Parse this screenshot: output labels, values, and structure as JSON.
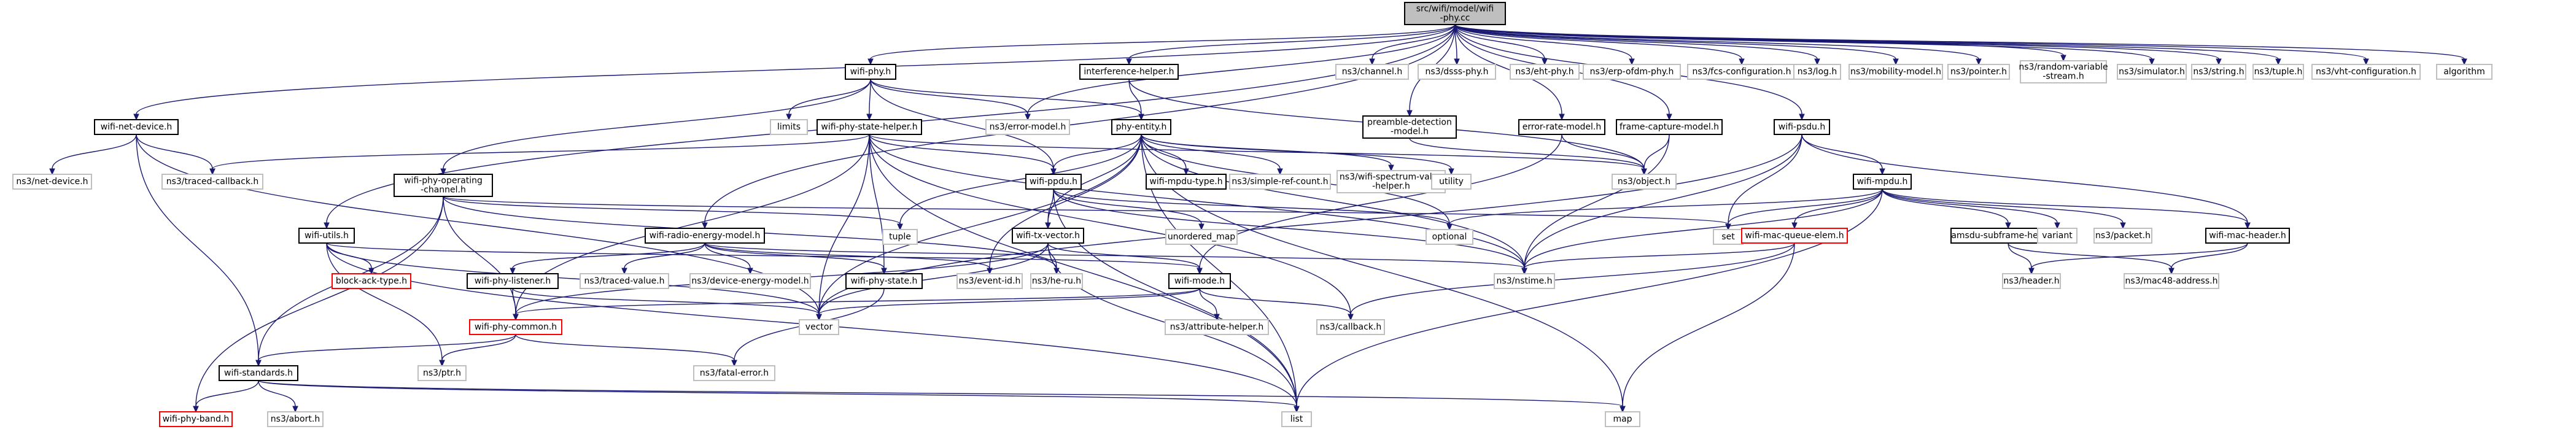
{
  "graph": {
    "colors": {
      "edge": "#191970",
      "root_fill": "#bfbfbf",
      "root_stroke": "#000000",
      "node_stroke": "#000000",
      "external_stroke": "#bfbfbf",
      "incomplete_stroke": "#ff0000",
      "text": "#000000",
      "external_text": "#000000"
    },
    "nodes": [
      {
        "id": "root",
        "label": "src/wifi/model/wifi\n-phy.cc",
        "kind": "root"
      },
      {
        "id": "wifi-net-device",
        "label": "wifi-net-device.h",
        "kind": "doc"
      },
      {
        "id": "wifi-phy",
        "label": "wifi-phy.h",
        "kind": "doc"
      },
      {
        "id": "interference-helper",
        "label": "interference-helper.h",
        "kind": "doc"
      },
      {
        "id": "ns3-channel",
        "label": "ns3/channel.h",
        "kind": "ext"
      },
      {
        "id": "ns3-dsss-phy",
        "label": "ns3/dsss-phy.h",
        "kind": "ext"
      },
      {
        "id": "ns3-eht-phy",
        "label": "ns3/eht-phy.h",
        "kind": "ext"
      },
      {
        "id": "ns3-erp-ofdm-phy",
        "label": "ns3/erp-ofdm-phy.h",
        "kind": "ext"
      },
      {
        "id": "ns3-fcs-configuration",
        "label": "ns3/fcs-configuration.h",
        "kind": "ext"
      },
      {
        "id": "ns3-log",
        "label": "ns3/log.h",
        "kind": "ext"
      },
      {
        "id": "ns3-mobility-model",
        "label": "ns3/mobility-model.h",
        "kind": "ext"
      },
      {
        "id": "ns3-pointer",
        "label": "ns3/pointer.h",
        "kind": "ext"
      },
      {
        "id": "ns3-random-variable-stream",
        "label": "ns3/random-variable\n-stream.h",
        "kind": "ext"
      },
      {
        "id": "ns3-simulator",
        "label": "ns3/simulator.h",
        "kind": "ext"
      },
      {
        "id": "ns3-string",
        "label": "ns3/string.h",
        "kind": "ext"
      },
      {
        "id": "ns3-tuple",
        "label": "ns3/tuple.h",
        "kind": "ext"
      },
      {
        "id": "ns3-vht-configuration",
        "label": "ns3/vht-configuration.h",
        "kind": "ext"
      },
      {
        "id": "algorithm",
        "label": "algorithm",
        "kind": "ext"
      },
      {
        "id": "limits",
        "label": "limits",
        "kind": "ext"
      },
      {
        "id": "wifi-phy-state-helper",
        "label": "wifi-phy-state-helper.h",
        "kind": "doc"
      },
      {
        "id": "ns3-error-model",
        "label": "ns3/error-model.h",
        "kind": "ext"
      },
      {
        "id": "phy-entity",
        "label": "phy-entity.h",
        "kind": "doc"
      },
      {
        "id": "preamble-detection-model",
        "label": "preamble-detection\n-model.h",
        "kind": "doc"
      },
      {
        "id": "error-rate-model",
        "label": "error-rate-model.h",
        "kind": "doc"
      },
      {
        "id": "frame-capture-model",
        "label": "frame-capture-model.h",
        "kind": "doc"
      },
      {
        "id": "wifi-psdu",
        "label": "wifi-psdu.h",
        "kind": "doc"
      },
      {
        "id": "ns3-net-device",
        "label": "ns3/net-device.h",
        "kind": "ext"
      },
      {
        "id": "ns3-traced-callback",
        "label": "ns3/traced-callback.h",
        "kind": "ext"
      },
      {
        "id": "wifi-phy-operating-channel",
        "label": "wifi-phy-operating\n-channel.h",
        "kind": "doc"
      },
      {
        "id": "wifi-ppdu",
        "label": "wifi-ppdu.h",
        "kind": "doc"
      },
      {
        "id": "wifi-mpdu-type",
        "label": "wifi-mpdu-type.h",
        "kind": "doc"
      },
      {
        "id": "ns3-simple-ref-count",
        "label": "ns3/simple-ref-count.h",
        "kind": "ext"
      },
      {
        "id": "ns3-wifi-spectrum-value-helper",
        "label": "ns3/wifi-spectrum-value\n-helper.h",
        "kind": "ext"
      },
      {
        "id": "utility",
        "label": "utility",
        "kind": "ext"
      },
      {
        "id": "ns3-object",
        "label": "ns3/object.h",
        "kind": "ext"
      },
      {
        "id": "wifi-mpdu",
        "label": "wifi-mpdu.h",
        "kind": "doc"
      },
      {
        "id": "tuple",
        "label": "tuple",
        "kind": "ext"
      },
      {
        "id": "unordered-map",
        "label": "unordered_map",
        "kind": "ext"
      },
      {
        "id": "optional",
        "label": "optional",
        "kind": "ext"
      },
      {
        "id": "set",
        "label": "set",
        "kind": "ext"
      },
      {
        "id": "wifi-utils",
        "label": "wifi-utils.h",
        "kind": "doc"
      },
      {
        "id": "wifi-radio-energy-model",
        "label": "wifi-radio-energy-model.h",
        "kind": "doc"
      },
      {
        "id": "wifi-tx-vector",
        "label": "wifi-tx-vector.h",
        "kind": "doc"
      },
      {
        "id": "wifi-mac-queue-elem",
        "label": "wifi-mac-queue-elem.h",
        "kind": "incomplete"
      },
      {
        "id": "amsdu-subframe-header",
        "label": "amsdu-subframe-header.h",
        "kind": "doc"
      },
      {
        "id": "variant",
        "label": "variant",
        "kind": "ext"
      },
      {
        "id": "ns3-packet",
        "label": "ns3/packet.h",
        "kind": "ext"
      },
      {
        "id": "wifi-mac-header",
        "label": "wifi-mac-header.h",
        "kind": "doc"
      },
      {
        "id": "block-ack-type",
        "label": "block-ack-type.h",
        "kind": "incomplete"
      },
      {
        "id": "wifi-phy-listener",
        "label": "wifi-phy-listener.h",
        "kind": "doc"
      },
      {
        "id": "ns3-traced-value",
        "label": "ns3/traced-value.h",
        "kind": "ext"
      },
      {
        "id": "ns3-device-energy-model",
        "label": "ns3/device-energy-model.h",
        "kind": "ext"
      },
      {
        "id": "wifi-phy-state",
        "label": "wifi-phy-state.h",
        "kind": "doc"
      },
      {
        "id": "ns3-event-id",
        "label": "ns3/event-id.h",
        "kind": "ext"
      },
      {
        "id": "ns3-he-ru",
        "label": "ns3/he-ru.h",
        "kind": "ext"
      },
      {
        "id": "wifi-mode",
        "label": "wifi-mode.h",
        "kind": "doc"
      },
      {
        "id": "ns3-nstime",
        "label": "ns3/nstime.h",
        "kind": "ext"
      },
      {
        "id": "ns3-header",
        "label": "ns3/header.h",
        "kind": "ext"
      },
      {
        "id": "ns3-mac48-address",
        "label": "ns3/mac48-address.h",
        "kind": "ext"
      },
      {
        "id": "wifi-phy-common",
        "label": "wifi-phy-common.h",
        "kind": "incomplete"
      },
      {
        "id": "vector",
        "label": "vector",
        "kind": "ext"
      },
      {
        "id": "ns3-attribute-helper",
        "label": "ns3/attribute-helper.h",
        "kind": "ext"
      },
      {
        "id": "ns3-callback",
        "label": "ns3/callback.h",
        "kind": "ext"
      },
      {
        "id": "wifi-standards",
        "label": "wifi-standards.h",
        "kind": "doc"
      },
      {
        "id": "ns3-ptr",
        "label": "ns3/ptr.h",
        "kind": "ext"
      },
      {
        "id": "ns3-fatal-error",
        "label": "ns3/fatal-error.h",
        "kind": "ext"
      },
      {
        "id": "wifi-phy-band",
        "label": "wifi-phy-band.h",
        "kind": "incomplete"
      },
      {
        "id": "ns3-abort",
        "label": "ns3/abort.h",
        "kind": "ext"
      },
      {
        "id": "list",
        "label": "list",
        "kind": "ext"
      },
      {
        "id": "map",
        "label": "map",
        "kind": "ext"
      }
    ],
    "edges": [
      [
        "root",
        "wifi-net-device"
      ],
      [
        "root",
        "wifi-phy"
      ],
      [
        "root",
        "interference-helper"
      ],
      [
        "root",
        "ns3-channel"
      ],
      [
        "root",
        "ns3-dsss-phy"
      ],
      [
        "root",
        "ns3-eht-phy"
      ],
      [
        "root",
        "ns3-erp-ofdm-phy"
      ],
      [
        "root",
        "ns3-fcs-configuration"
      ],
      [
        "root",
        "ns3-log"
      ],
      [
        "root",
        "ns3-mobility-model"
      ],
      [
        "root",
        "ns3-pointer"
      ],
      [
        "root",
        "ns3-random-variable-stream"
      ],
      [
        "root",
        "ns3-simulator"
      ],
      [
        "root",
        "ns3-string"
      ],
      [
        "root",
        "ns3-tuple"
      ],
      [
        "root",
        "ns3-vht-configuration"
      ],
      [
        "root",
        "algorithm"
      ],
      [
        "root",
        "ns3-error-model"
      ],
      [
        "root",
        "preamble-detection-model"
      ],
      [
        "root",
        "error-rate-model"
      ],
      [
        "root",
        "frame-capture-model"
      ],
      [
        "root",
        "wifi-psdu"
      ],
      [
        "root",
        "wifi-utils"
      ],
      [
        "root",
        "wifi-radio-energy-model"
      ],
      [
        "wifi-net-device",
        "ns3-net-device"
      ],
      [
        "wifi-net-device",
        "ns3-traced-callback"
      ],
      [
        "wifi-net-device",
        "wifi-standards"
      ],
      [
        "wifi-net-device",
        "vector"
      ],
      [
        "wifi-phy",
        "limits"
      ],
      [
        "wifi-phy",
        "wifi-phy-state-helper"
      ],
      [
        "wifi-phy",
        "ns3-error-model"
      ],
      [
        "wifi-phy",
        "phy-entity"
      ],
      [
        "wifi-phy",
        "wifi-phy-operating-channel"
      ],
      [
        "wifi-phy",
        "wifi-ppdu"
      ],
      [
        "interference-helper",
        "phy-entity"
      ],
      [
        "interference-helper",
        "ns3-object"
      ],
      [
        "wifi-phy-state-helper",
        "ns3-traced-callback"
      ],
      [
        "wifi-phy-state-helper",
        "wifi-ppdu"
      ],
      [
        "wifi-phy-state-helper",
        "wifi-phy-state"
      ],
      [
        "wifi-phy-state-helper",
        "vector"
      ],
      [
        "wifi-phy-state-helper",
        "ns3-nstime"
      ],
      [
        "wifi-phy-state-helper",
        "ns3-object"
      ],
      [
        "wifi-phy-state-helper",
        "wifi-phy-common"
      ],
      [
        "wifi-phy-state-helper",
        "list"
      ],
      [
        "wifi-phy-state-helper",
        "ns3-callback"
      ],
      [
        "phy-entity",
        "wifi-ppdu"
      ],
      [
        "phy-entity",
        "wifi-mpdu-type"
      ],
      [
        "phy-entity",
        "ns3-simple-ref-count"
      ],
      [
        "phy-entity",
        "ns3-wifi-spectrum-value-helper"
      ],
      [
        "phy-entity",
        "utility"
      ],
      [
        "phy-entity",
        "tuple"
      ],
      [
        "phy-entity",
        "optional"
      ],
      [
        "phy-entity",
        "ns3-event-id"
      ],
      [
        "phy-entity",
        "wifi-tx-vector"
      ],
      [
        "phy-entity",
        "ns3-nstime"
      ],
      [
        "phy-entity",
        "list"
      ],
      [
        "phy-entity",
        "map"
      ],
      [
        "phy-entity",
        "vector"
      ],
      [
        "preamble-detection-model",
        "ns3-object"
      ],
      [
        "error-rate-model",
        "ns3-object"
      ],
      [
        "error-rate-model",
        "wifi-mode"
      ],
      [
        "frame-capture-model",
        "ns3-object"
      ],
      [
        "frame-capture-model",
        "ns3-nstime"
      ],
      [
        "wifi-psdu",
        "wifi-mpdu"
      ],
      [
        "wifi-psdu",
        "wifi-mac-header"
      ],
      [
        "wifi-psdu",
        "set"
      ],
      [
        "wifi-psdu",
        "ns3-nstime"
      ],
      [
        "wifi-psdu",
        "vector"
      ],
      [
        "wifi-phy-operating-channel",
        "wifi-phy-band"
      ],
      [
        "wifi-phy-operating-channel",
        "wifi-standards"
      ],
      [
        "wifi-phy-operating-channel",
        "tuple"
      ],
      [
        "wifi-phy-operating-channel",
        "set"
      ],
      [
        "wifi-phy-operating-channel",
        "ns3-he-ru"
      ],
      [
        "wifi-phy-operating-channel",
        "wifi-phy-common"
      ],
      [
        "wifi-ppdu",
        "wifi-tx-vector"
      ],
      [
        "wifi-ppdu",
        "unordered-map"
      ],
      [
        "wifi-ppdu",
        "optional"
      ],
      [
        "wifi-ppdu",
        "ns3-nstime"
      ],
      [
        "wifi-ppdu",
        "list"
      ],
      [
        "wifi-mpdu",
        "wifi-mac-queue-elem"
      ],
      [
        "wifi-mpdu",
        "amsdu-subframe-header"
      ],
      [
        "wifi-mpdu",
        "variant"
      ],
      [
        "wifi-mpdu",
        "ns3-packet"
      ],
      [
        "wifi-mpdu",
        "wifi-mac-header"
      ],
      [
        "wifi-mpdu",
        "set"
      ],
      [
        "wifi-mpdu",
        "list"
      ],
      [
        "wifi-mpdu",
        "ns3-nstime"
      ],
      [
        "wifi-mpdu",
        "optional"
      ],
      [
        "wifi-utils",
        "block-ack-type"
      ],
      [
        "wifi-utils",
        "wifi-mode"
      ],
      [
        "wifi-utils",
        "ns3-ptr"
      ],
      [
        "wifi-utils",
        "list"
      ],
      [
        "wifi-utils",
        "vector"
      ],
      [
        "wifi-radio-energy-model",
        "wifi-phy-listener"
      ],
      [
        "wifi-radio-energy-model",
        "ns3-traced-value"
      ],
      [
        "wifi-radio-energy-model",
        "ns3-device-energy-model"
      ],
      [
        "wifi-radio-energy-model",
        "wifi-phy-state"
      ],
      [
        "wifi-radio-energy-model",
        "ns3-event-id"
      ],
      [
        "wifi-radio-energy-model",
        "ns3-nstime"
      ],
      [
        "wifi-tx-vector",
        "wifi-mode"
      ],
      [
        "wifi-tx-vector",
        "wifi-phy-common"
      ],
      [
        "wifi-tx-vector",
        "ns3-he-ru"
      ],
      [
        "wifi-tx-vector",
        "list"
      ],
      [
        "wifi-tx-vector",
        "vector"
      ],
      [
        "wifi-mac-queue-elem",
        "ns3-nstime"
      ],
      [
        "wifi-mac-queue-elem",
        "ns3-callback"
      ],
      [
        "wifi-mac-queue-elem",
        "map"
      ],
      [
        "amsdu-subframe-header",
        "ns3-header"
      ],
      [
        "amsdu-subframe-header",
        "ns3-mac48-address"
      ],
      [
        "wifi-mac-header",
        "ns3-header"
      ],
      [
        "wifi-mac-header",
        "ns3-mac48-address"
      ],
      [
        "wifi-phy-listener",
        "wifi-phy-common"
      ],
      [
        "wifi-phy-listener",
        "vector"
      ],
      [
        "wifi-phy-state",
        "ns3-fatal-error"
      ],
      [
        "wifi-mode",
        "ns3-attribute-helper"
      ],
      [
        "wifi-mode",
        "ns3-callback"
      ],
      [
        "wifi-mode",
        "vector"
      ],
      [
        "wifi-mode",
        "wifi-phy-common"
      ],
      [
        "wifi-phy-common",
        "wifi-standards"
      ],
      [
        "wifi-phy-common",
        "ns3-fatal-error"
      ],
      [
        "wifi-phy-common",
        "ns3-ptr"
      ],
      [
        "wifi-standards",
        "wifi-phy-band"
      ],
      [
        "wifi-standards",
        "ns3-abort"
      ],
      [
        "wifi-standards",
        "list"
      ],
      [
        "wifi-standards",
        "map"
      ]
    ]
  }
}
